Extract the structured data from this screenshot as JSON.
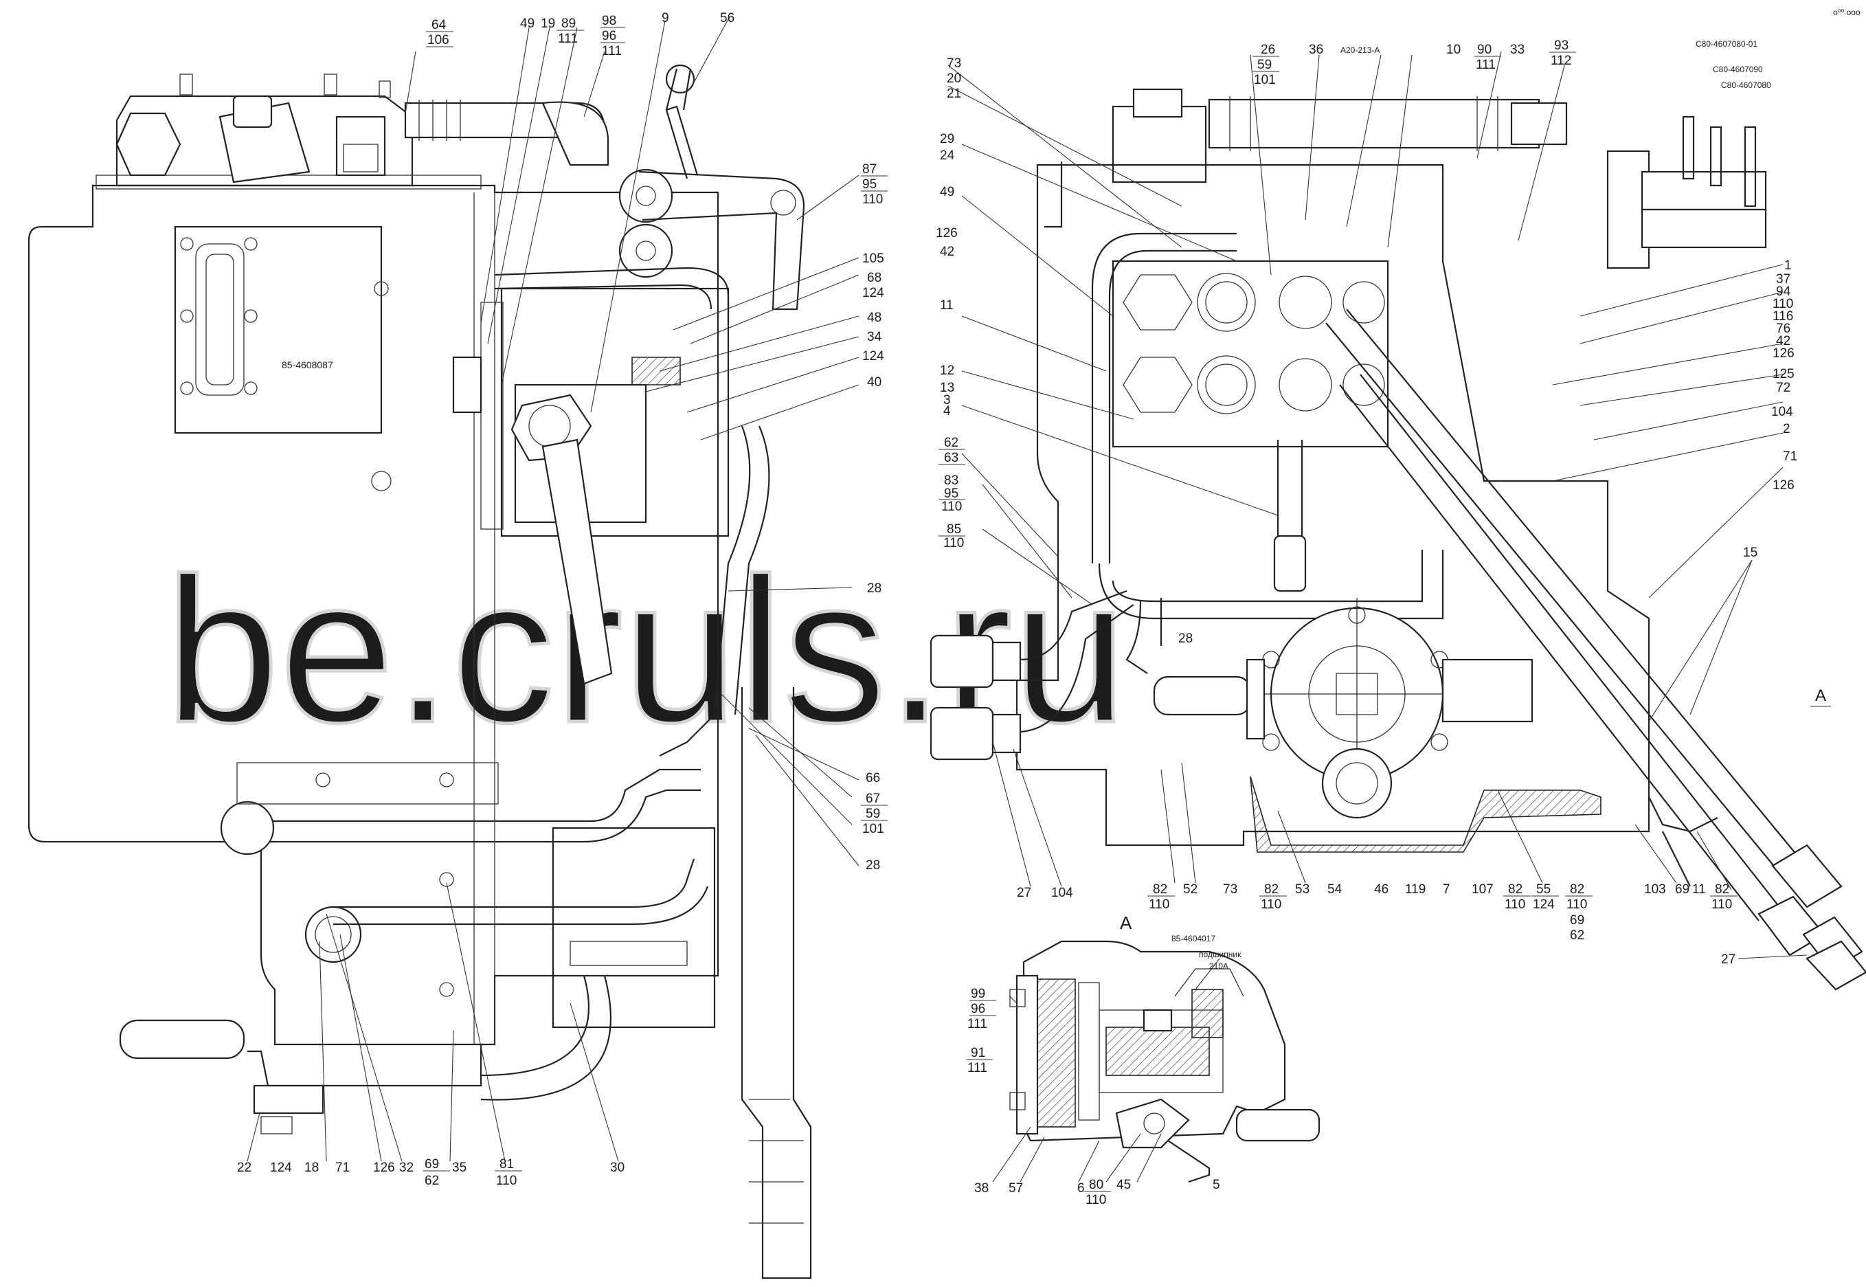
{
  "page_marker": "o⁰⁰ ooo",
  "watermark": "be.cruls.ru",
  "section_label": "A",
  "part_codes": {
    "cover_plate": "85-4608087",
    "hose_a20": "А20-213-А",
    "c80_01": "С80-4607080-01",
    "c80_090": "С80-4607090",
    "c80_080": "С80-4607080",
    "section_body": "85-4604017",
    "bearing_label": "подшипник",
    "bearing_number": "210А"
  },
  "callouts": {
    "left_top": [
      "64",
      "106",
      "49",
      "19",
      "89",
      "111",
      "98",
      "96",
      "111",
      "9",
      "56"
    ],
    "left_right": [
      "87",
      "95",
      "110",
      "105",
      "68",
      "124",
      "48",
      "34",
      "124",
      "40",
      "28",
      "66",
      "67",
      "59",
      "101",
      "28"
    ],
    "left_bottom": [
      "22",
      "124",
      "18",
      "71",
      "126",
      "32",
      "69",
      "62",
      "35",
      "81",
      "110",
      "30"
    ],
    "right_top": [
      "26",
      "59",
      "101",
      "36",
      "10",
      "90",
      "111",
      "33",
      "93",
      "112"
    ],
    "right_left": [
      "73",
      "20",
      "21",
      "29",
      "24",
      "49",
      "126",
      "42",
      "11",
      "12",
      "13",
      "3",
      "4",
      "62",
      "63",
      "83",
      "95",
      "110",
      "85",
      "110",
      "28"
    ],
    "right_side": [
      "1",
      "37",
      "94",
      "110",
      "116",
      "76",
      "42",
      "126",
      "125",
      "72",
      "104",
      "2",
      "71",
      "126",
      "15",
      "A"
    ],
    "right_bottom": [
      "27",
      "104",
      "82",
      "110",
      "52",
      "73",
      "82",
      "110",
      "53",
      "54",
      "46",
      "119",
      "7",
      "107",
      "82",
      "110",
      "55",
      "124",
      "82",
      "110",
      "69",
      "62",
      "103",
      "69",
      "11",
      "82",
      "110",
      "27"
    ],
    "section_callouts": [
      "99",
      "96",
      "111",
      "91",
      "111",
      "38",
      "57",
      "6",
      "80",
      "110",
      "45",
      "5"
    ]
  }
}
